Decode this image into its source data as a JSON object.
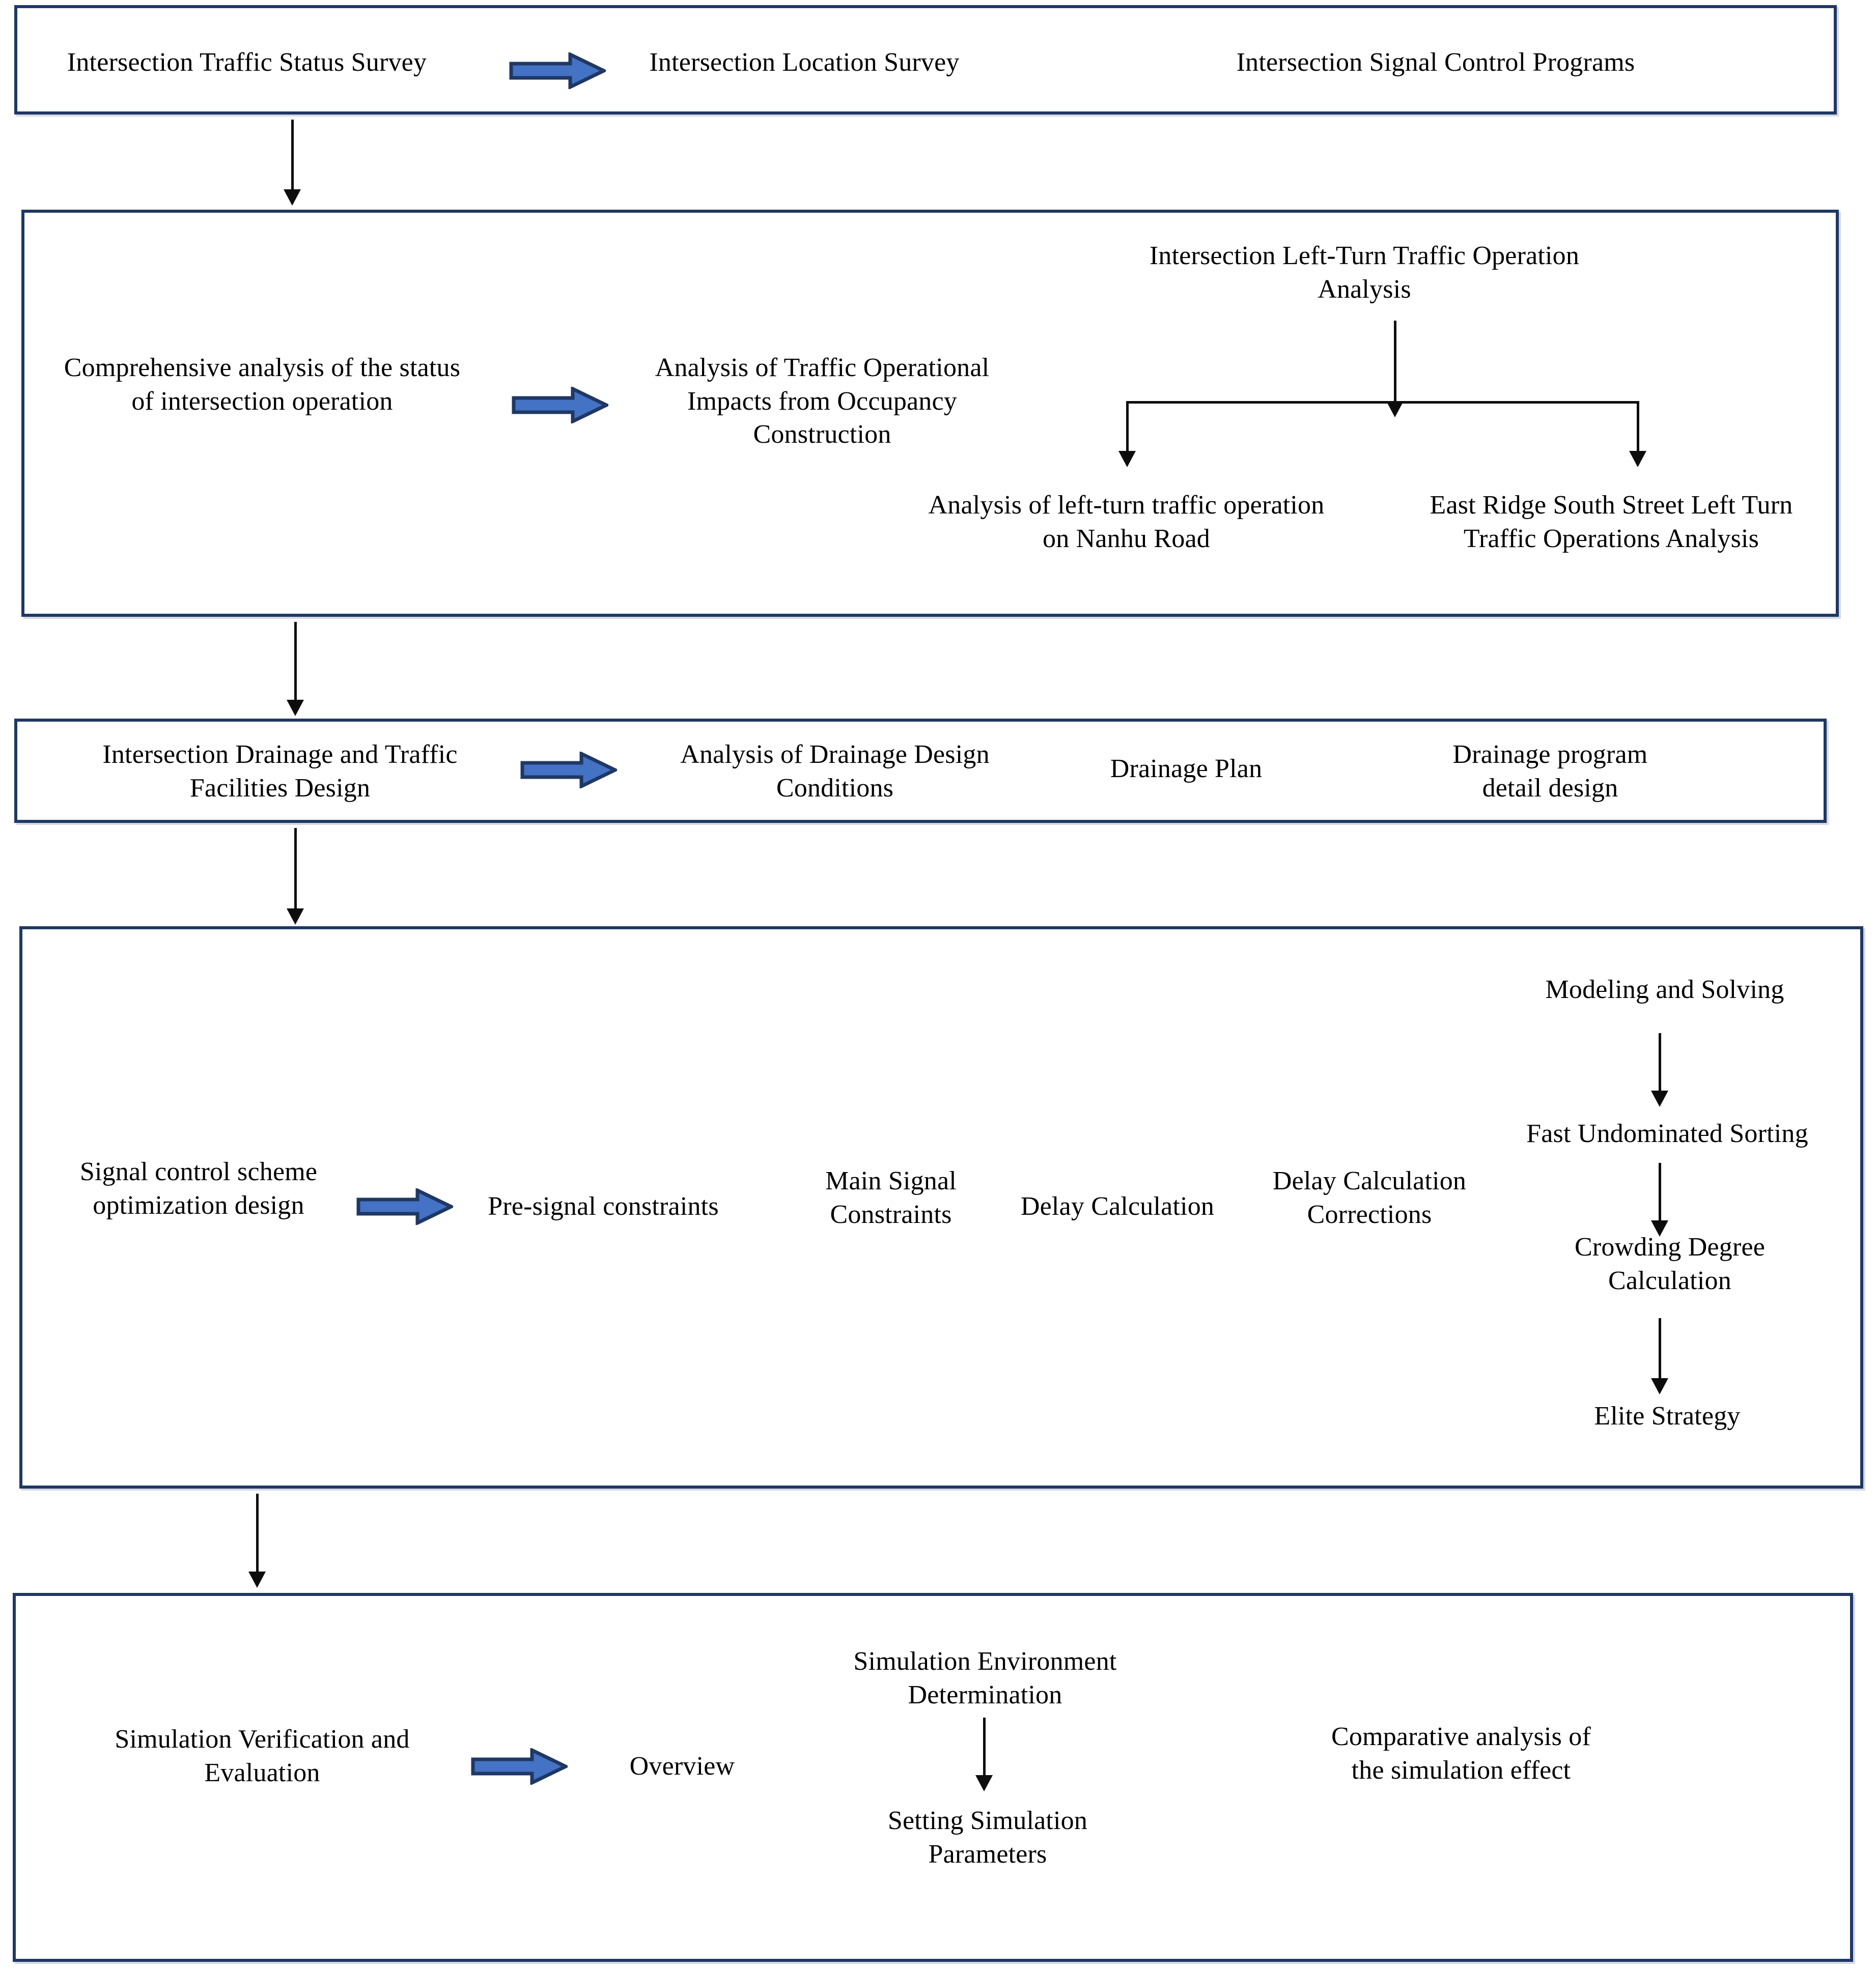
{
  "diagram": {
    "title": "Research technical route flowchart",
    "accent_border_color": "#1F3864",
    "arrow_fill_color": "#4472C4",
    "arrow_stroke_color": "#1F3864",
    "connector_color": "#0D0D0D"
  },
  "stage1": {
    "node_main": "Intersection Traffic Status Survey",
    "node_2": "Intersection Location Survey",
    "node_3": "Intersection Signal Control Programs"
  },
  "stage2": {
    "node_main": "Comprehensive analysis of the status\nof intersection operation",
    "node_2": "Analysis of Traffic Operational\nImpacts from Occupancy\nConstruction",
    "node_3": "Intersection Left-Turn Traffic Operation\nAnalysis",
    "node_4": "Analysis of left-turn traffic operation\non Nanhu Road",
    "node_5": "East Ridge South Street Left Turn\nTraffic Operations Analysis"
  },
  "stage3": {
    "node_main": "Intersection Drainage and Traffic\nFacilities Design",
    "node_2": "Analysis of Drainage Design\nConditions",
    "node_3": "Drainage Plan",
    "node_4": "Drainage program\ndetail design"
  },
  "stage4": {
    "node_main": "Signal control scheme\noptimization design",
    "node_2": "Pre-signal constraints",
    "node_3": "Main Signal\nConstraints",
    "node_4": "Delay Calculation",
    "node_5": "Delay Calculation\nCorrections",
    "node_6": "Modeling and Solving",
    "node_7": "Fast Undominated Sorting",
    "node_8": "Crowding Degree\nCalculation",
    "node_9": "Elite Strategy"
  },
  "stage5": {
    "node_main": "Simulation Verification and\nEvaluation",
    "node_2": "Overview",
    "node_3": "Simulation Environment\nDetermination",
    "node_4": "Setting Simulation\nParameters",
    "node_5": "Comparative analysis of\nthe simulation effect"
  }
}
